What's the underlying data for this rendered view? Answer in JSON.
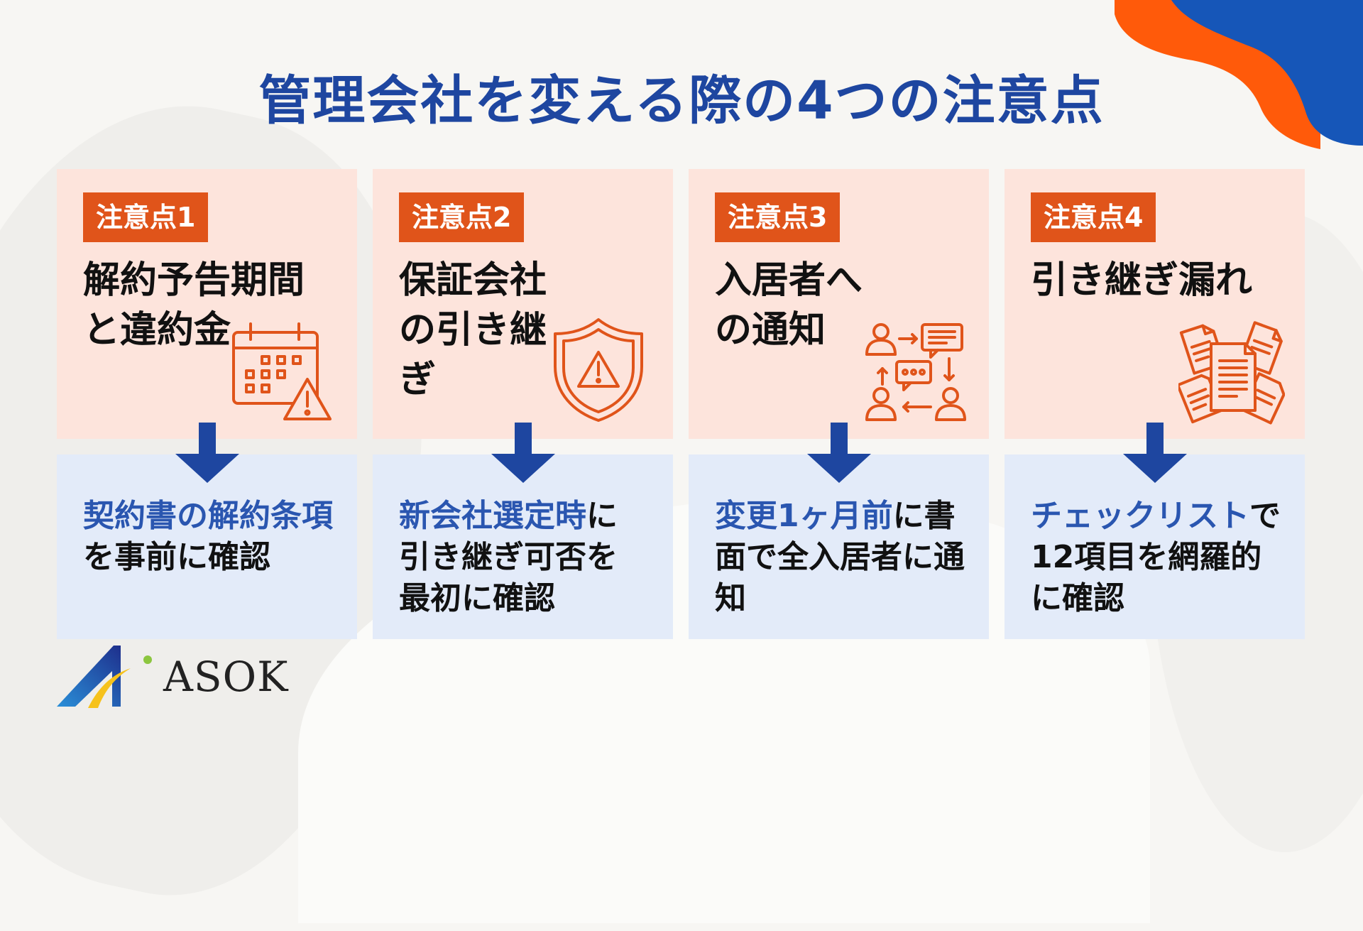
{
  "title": "管理会社を変える際の4つの注意点",
  "colors": {
    "title": "#1e46a0",
    "badge": "#e0541a",
    "card_top_bg": "#fde4dc",
    "card_bottom_bg": "#e3ebf9",
    "arrow": "#1e46a0",
    "highlight_text": "#2a56b0",
    "icon_stroke": "#e0541a",
    "blob_orange": "#ff5a0a",
    "blob_blue": "#1656b8"
  },
  "points": [
    {
      "badge": "注意点1",
      "heading": "解約予告期間と違約金",
      "icon": "calendar-warning-icon",
      "solution_highlight": "契約書の解約条項",
      "solution_rest": "を事前に確認"
    },
    {
      "badge": "注意点2",
      "heading": "保証会社の引き継ぎ",
      "icon": "shield-warning-icon",
      "solution_highlight": "新会社選定時",
      "solution_rest": "に引き継ぎ可否を最初に確認"
    },
    {
      "badge": "注意点3",
      "heading": "入居者への通知",
      "icon": "people-communication-icon",
      "solution_highlight": "変更1ヶ月前",
      "solution_rest": "に書面で全入居者に通知"
    },
    {
      "badge": "注意点4",
      "heading": "引き継ぎ漏れ",
      "icon": "scattered-documents-icon",
      "solution_highlight": "チェックリスト",
      "solution_rest": "で12項目を網羅的に確認"
    }
  ],
  "logo": {
    "text": "ASOK"
  }
}
